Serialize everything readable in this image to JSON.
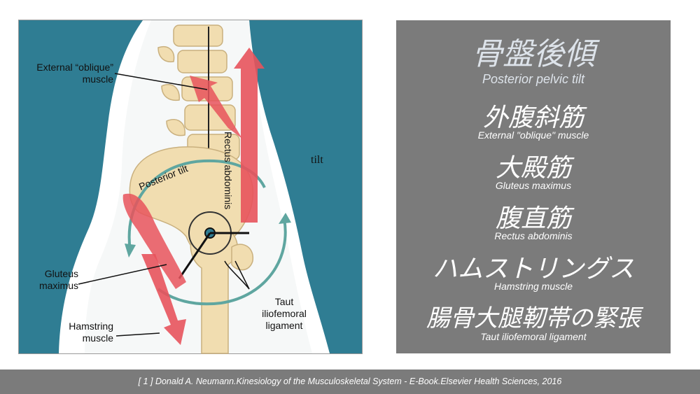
{
  "figure": {
    "labels": {
      "external_oblique": "External “oblique”\nmuscle",
      "rectus_abdominis": "Rectus abdominis",
      "posterior_tilt": "Posterior tilt",
      "gluteus_maximus": "Gluteus\nmaximus",
      "hamstring": "Hamstring\nmuscle",
      "taut_ligament": "Taut\niliofemoral\nligament"
    },
    "side_note": "tilt",
    "colors": {
      "background_teal": "#2f7d93",
      "bone": "#f1ddb0",
      "muscle_red": "#e8535c",
      "rotation_arrow": "#5fa6a0"
    }
  },
  "panel": {
    "title_jp": "骨盤後傾",
    "title_en": "Posterior pelvic tilt",
    "items": [
      {
        "jp": "外腹斜筋",
        "en": "External \"oblique\" muscle"
      },
      {
        "jp": "大殿筋",
        "en": "Gluteus maximus"
      },
      {
        "jp": "腹直筋",
        "en": "Rectus abdominis"
      },
      {
        "jp": "ハムストリングス",
        "en": "Hamstring muscle"
      },
      {
        "jp": "腸骨大腿靭帯の緊張",
        "en": "Taut iliofemoral ligament"
      }
    ]
  },
  "footer": {
    "citation": "[ 1 ] Donald A. Neumann.Kinesiology of the Musculoskeletal System - E-Book.Elsevier Health Sciences, 2016"
  }
}
